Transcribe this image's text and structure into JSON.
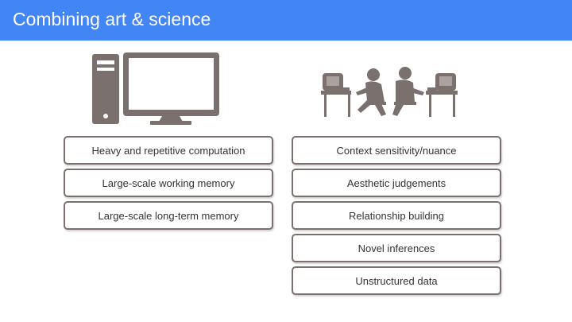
{
  "slide": {
    "title": "Combining art & science"
  },
  "computer_column": {
    "illustration_icon": "desktop-computer-icon",
    "items": [
      "Heavy and repetitive computation",
      "Large-scale working memory",
      "Large-scale long-term memory"
    ]
  },
  "human_column": {
    "illustration_icon": "people-at-computers-icon",
    "items": [
      "Context sensitivity/nuance",
      "Aesthetic judgements",
      "Relationship building",
      "Novel inferences",
      "Unstructured data"
    ]
  },
  "colors": {
    "title_bar": "#4285f4",
    "title_text": "#ffffff",
    "box_border": "#7a716e",
    "illustration": "#7a716e",
    "body_text": "#333333"
  }
}
